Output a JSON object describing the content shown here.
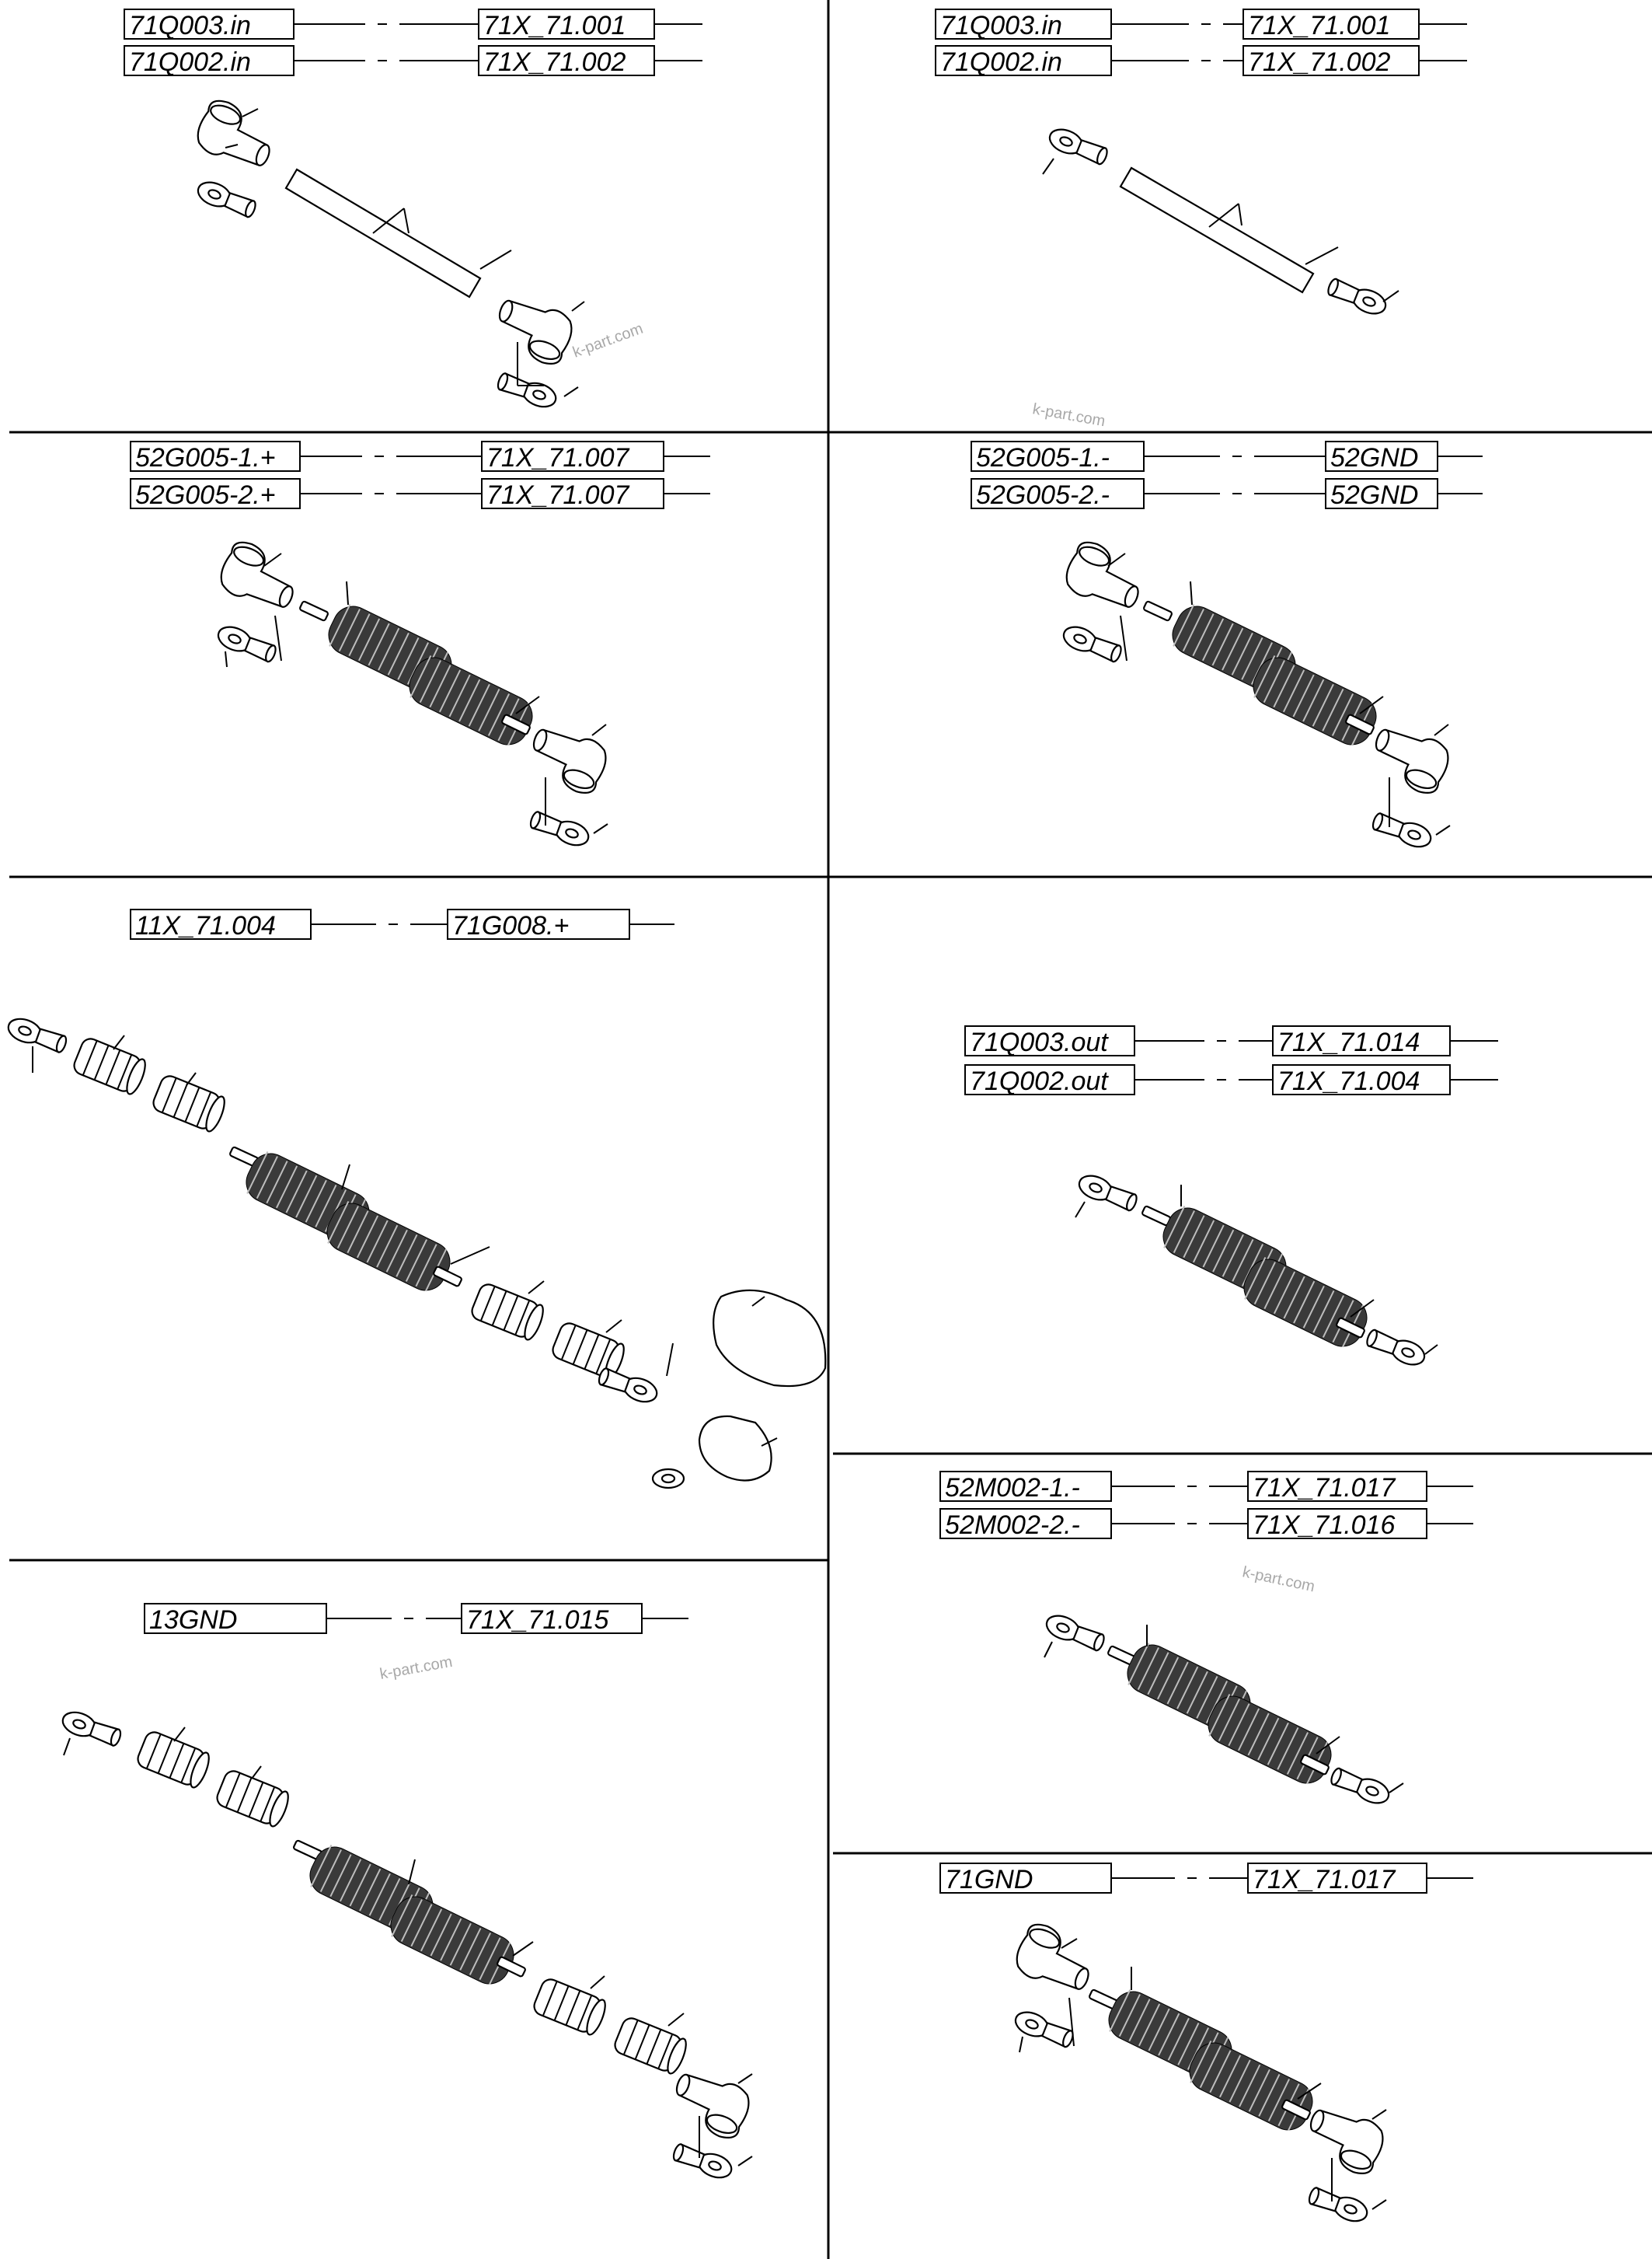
{
  "panels": [
    {
      "id": "p1",
      "rows": [
        {
          "from": "71Q003.in",
          "to": "71X_71.001"
        },
        {
          "from": "71Q002.in",
          "to": "71X_71.002"
        }
      ]
    },
    {
      "id": "p2",
      "rows": [
        {
          "from": "71Q003.in",
          "to": "71X_71.001"
        },
        {
          "from": "71Q002.in",
          "to": "71X_71.002"
        }
      ]
    },
    {
      "id": "p3",
      "rows": [
        {
          "from": "52G005-1.+",
          "to": "71X_71.007"
        },
        {
          "from": "52G005-2.+",
          "to": "71X_71.007"
        }
      ]
    },
    {
      "id": "p4",
      "rows": [
        {
          "from": "52G005-1.-",
          "to": "52GND"
        },
        {
          "from": "52G005-2.-",
          "to": "52GND"
        }
      ]
    },
    {
      "id": "p5",
      "rows": [
        {
          "from": "11X_71.004",
          "to": "71G008.+"
        }
      ]
    },
    {
      "id": "p6",
      "rows": [
        {
          "from": "71Q003.out",
          "to": "71X_71.014"
        },
        {
          "from": "71Q002.out",
          "to": "71X_71.004"
        }
      ]
    },
    {
      "id": "p7",
      "rows": [
        {
          "from": "13GND",
          "to": "71X_71.015"
        }
      ]
    },
    {
      "id": "p8",
      "rows": [
        {
          "from": "52M002-1.-",
          "to": "71X_71.017"
        },
        {
          "from": "52M002-2.-",
          "to": "71X_71.016"
        }
      ]
    },
    {
      "id": "p9",
      "rows": [
        {
          "from": "71GND",
          "to": "71X_71.017"
        }
      ]
    }
  ],
  "watermark": "k-part.com",
  "colors": {
    "ink": "#000000",
    "spring": "#3a3a3a",
    "watermark": "#a8a8a8",
    "background": "#ffffff"
  }
}
